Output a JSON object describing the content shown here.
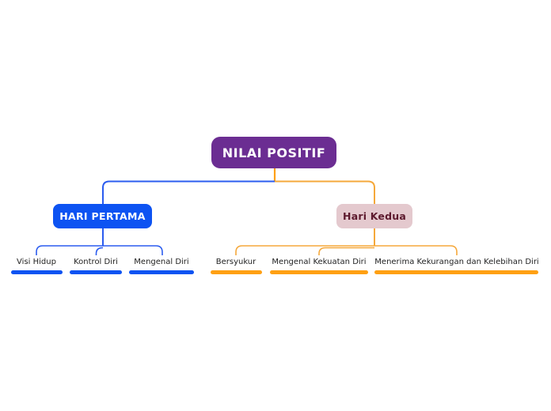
{
  "app": {
    "type": "mindmap-diagram",
    "canvas_bg": "#ffffff"
  },
  "colors": {
    "canvas_bg": "#ffffff",
    "root_bg": "#6B2D92",
    "root_text": "#ffffff",
    "day1_bg": "#0D53F2",
    "day1_text": "#ffffff",
    "day1_line": "#2B5CEF",
    "day1_underline": "#0D53F2",
    "day2_bg": "#E4C9CE",
    "day2_text": "#5D1A2E",
    "day2_line": "#F5A83B",
    "day2_underline": "#FFA013",
    "leaf_text": "#222222"
  },
  "mindmap": {
    "root": {
      "label": "NILAI POSITIF"
    },
    "branches": [
      {
        "label": "HARI PERTAMA",
        "children": [
          {
            "label": "Visi Hidup"
          },
          {
            "label": "Kontrol Diri"
          },
          {
            "label": "Mengenal Diri"
          }
        ]
      },
      {
        "label": "Hari Kedua",
        "children": [
          {
            "label": "Bersyukur"
          },
          {
            "label": "Mengenal Kekuatan Diri"
          },
          {
            "label": "Menerima Kekurangan dan Kelebihan Diri"
          }
        ]
      }
    ]
  }
}
